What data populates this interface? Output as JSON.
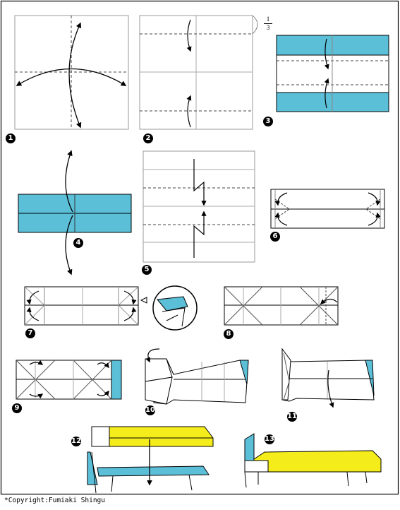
{
  "colors": {
    "paper_blue": "#5bbfd8",
    "paper_yellow": "#f5ec1c",
    "line": "#000000",
    "crease": "#9a9a9a"
  },
  "steps": [
    {
      "num": "1"
    },
    {
      "num": "2"
    },
    {
      "num": "3"
    },
    {
      "num": "4"
    },
    {
      "num": "5"
    },
    {
      "num": "6"
    },
    {
      "num": "7"
    },
    {
      "num": "8"
    },
    {
      "num": "9"
    },
    {
      "num": "10"
    },
    {
      "num": "11"
    },
    {
      "num": "12"
    },
    {
      "num": "13"
    }
  ],
  "fraction": {
    "numerator": "1",
    "denominator": "3"
  },
  "copyright": "*Copyright:Fumiaki Shingu"
}
